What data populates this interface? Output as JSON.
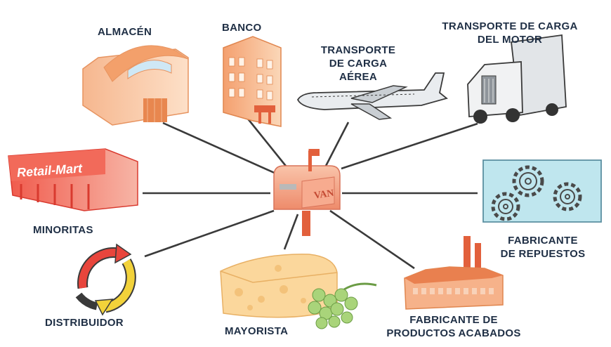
{
  "center_node": {
    "label": "VAN",
    "icon": "mailbox-icon"
  },
  "nodes": {
    "almacen": {
      "label": "ALMACÉN",
      "icon": "warehouse-icon"
    },
    "banco": {
      "label": "BANCO",
      "icon": "bank-building-icon"
    },
    "carga_aerea": {
      "line1": "TRANSPORTE",
      "line2": "DE CARGA",
      "line3": "AÉREA",
      "icon": "airplane-icon"
    },
    "carga_motor": {
      "line1": "TRANSPORTE DE CARGA",
      "line2": "DEL MOTOR",
      "icon": "truck-icon"
    },
    "minoritas": {
      "label": "MINORITAS",
      "icon": "retail-store-icon",
      "sign": "Retail-Mart"
    },
    "repuestos": {
      "line1": "FABRICANTE",
      "line2": "DE REPUESTOS",
      "icon": "gears-icon"
    },
    "distribuidor": {
      "label": "DISTRIBUIDOR",
      "icon": "cycle-arrows-icon"
    },
    "mayorista": {
      "label": "MAYORISTA",
      "icon": "cheese-grapes-icon"
    },
    "acabados": {
      "line1": "FABRICANTE DE",
      "line2": "PRODUCTOS ACABADOS",
      "icon": "factory-icon"
    }
  },
  "colors": {
    "label_text": "#1f2f45",
    "connector": "#3a3a3a",
    "mailbox": "#f3a085",
    "retail_red": "#e8453c",
    "gear_panel": "#bfe6ee"
  }
}
